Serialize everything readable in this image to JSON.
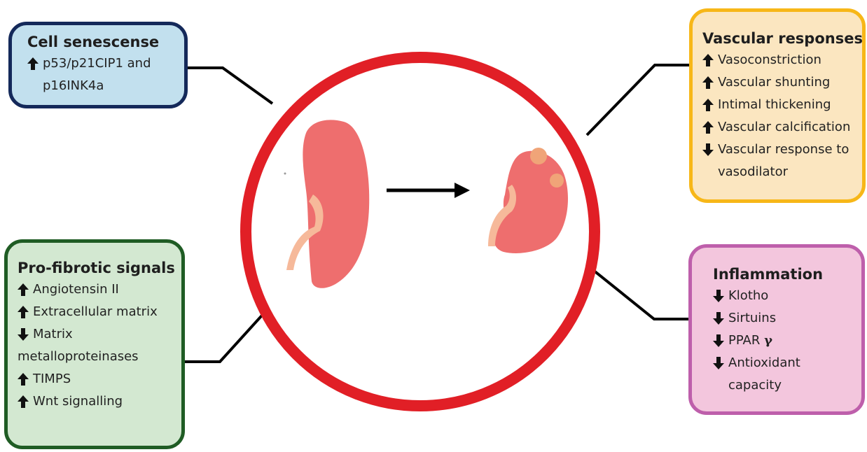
{
  "boxes": {
    "senescence": {
      "title": "Cell senescense",
      "items": [
        {
          "direction": "up",
          "text": "p53/p21CIP1 and",
          "continuation": "p16INK4a"
        }
      ]
    },
    "profibrotic": {
      "title": "Pro-fibrotic signals",
      "items": [
        {
          "direction": "up",
          "text": "Angiotensin II"
        },
        {
          "direction": "up",
          "text": "Extracellular matrix"
        },
        {
          "direction": "down",
          "text": "Matrix",
          "continuation": "metalloproteinases"
        },
        {
          "direction": "up",
          "text": "TIMPS"
        },
        {
          "direction": "up",
          "text": "Wnt signalling"
        }
      ]
    },
    "vascular": {
      "title": "Vascular responses",
      "items": [
        {
          "direction": "up",
          "text": "Vasoconstriction"
        },
        {
          "direction": "up",
          "text": "Vascular shunting"
        },
        {
          "direction": "up",
          "text": "Intimal thickening"
        },
        {
          "direction": "up",
          "text": "Vascular calcification"
        },
        {
          "direction": "down",
          "text": "Vascular response to",
          "continuation": "vasodilator"
        }
      ]
    },
    "inflammation": {
      "title": "Inflammation",
      "items": [
        {
          "direction": "down",
          "text": "Klotho"
        },
        {
          "direction": "down",
          "text": "Sirtuins"
        },
        {
          "direction": "down",
          "text": "PPAR ",
          "symbol": "γ"
        },
        {
          "direction": "down",
          "text": "Antioxidant",
          "continuation": "capacity"
        }
      ]
    }
  },
  "colors": {
    "circle_ring": "#e11f26",
    "kidney": "#ee6e6e",
    "ureter": "#f6b99a",
    "cyst": "#f0a478",
    "senescence_fill": "#c2e0ee",
    "senescence_border": "#14295a",
    "profibrotic_fill": "#d3e8d1",
    "profibrotic_border": "#1f5c24",
    "vascular_fill": "#fbe6c0",
    "vascular_border": "#f7b718",
    "inflammation_fill": "#f3c6dd",
    "inflammation_border": "#be5fab"
  }
}
